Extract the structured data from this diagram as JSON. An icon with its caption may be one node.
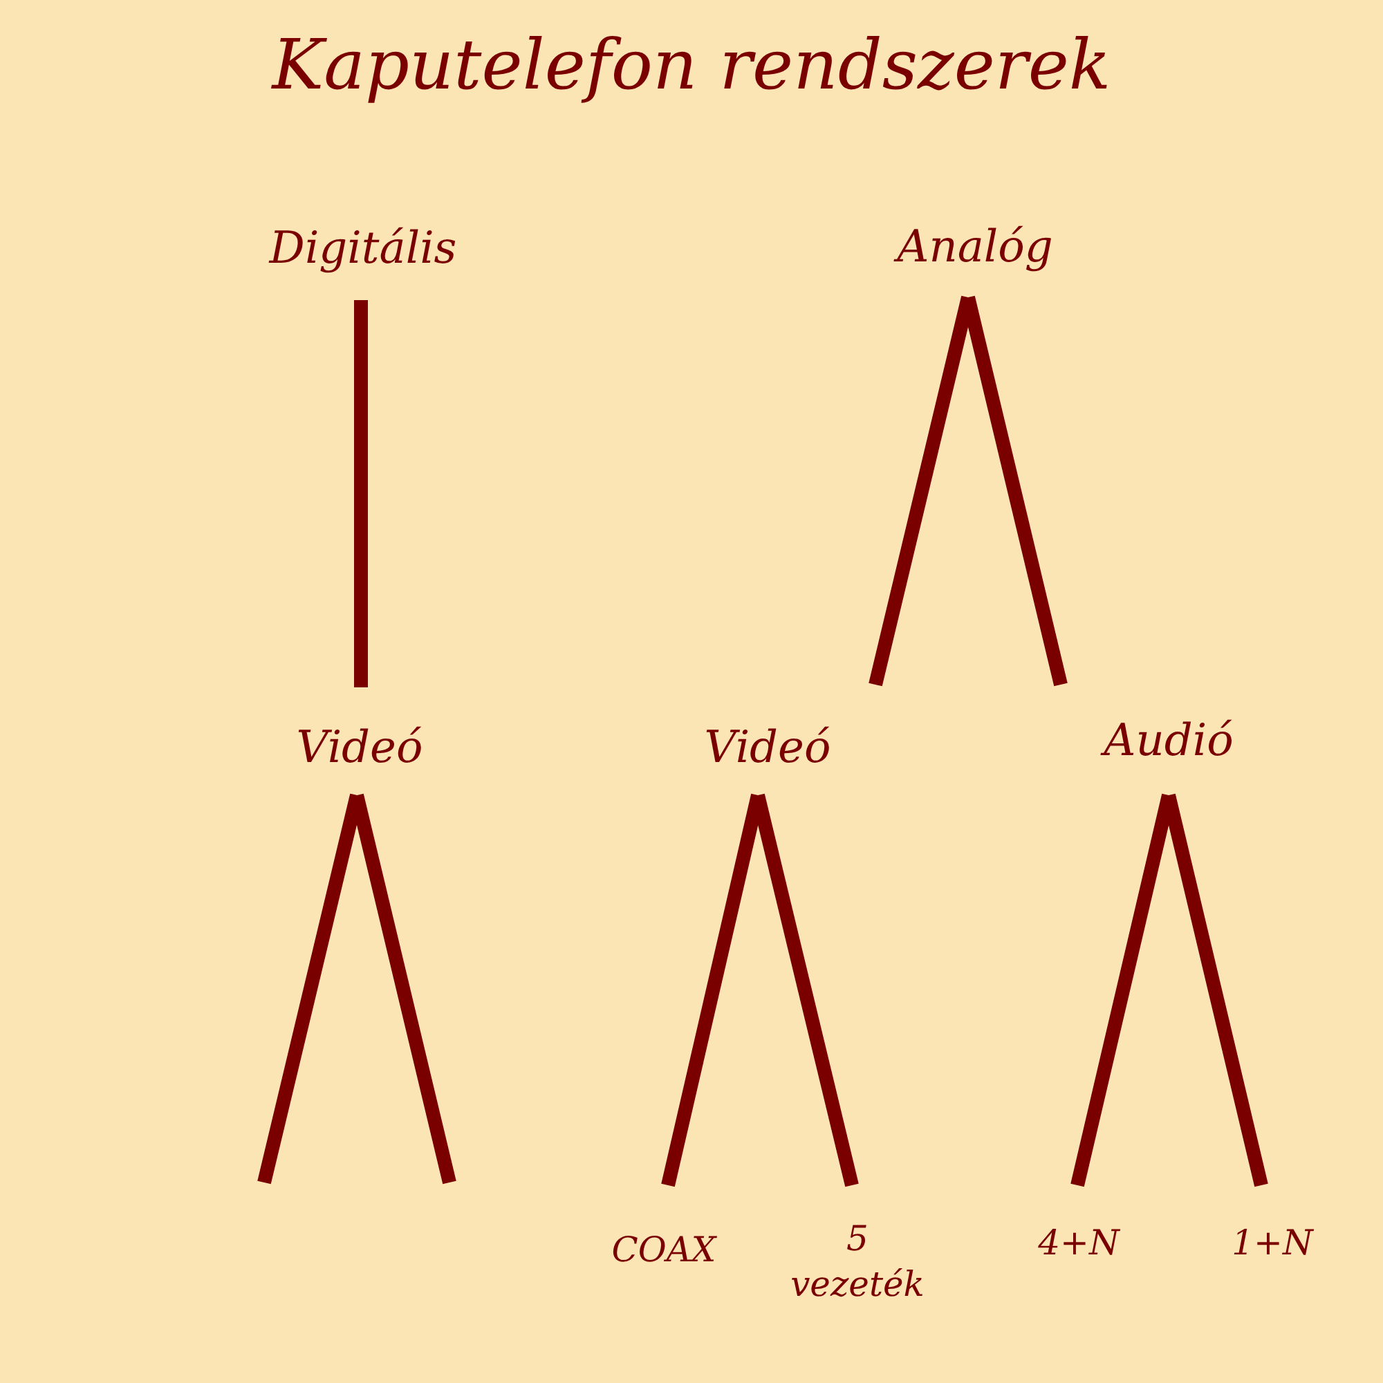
{
  "diagram": {
    "title": "Kaputelefon rendszerek",
    "nodes": [
      {
        "text": [
          "Digitális"
        ]
      },
      {
        "text": [
          "Analóg"
        ]
      },
      {
        "text": [
          "Videó"
        ]
      },
      {
        "text": [
          "Videó"
        ]
      },
      {
        "text": [
          "Audió"
        ]
      },
      {
        "text": [
          "COAX"
        ]
      },
      {
        "text": [
          "5 vezeték"
        ]
      },
      {
        "text": [
          "4+N"
        ]
      },
      {
        "text": [
          "1+N"
        ]
      }
    ],
    "edges": [
      {
        "from": 0,
        "to": 2,
        "arrow": "none"
      },
      {
        "from": 1,
        "to": 3,
        "arrow": "none"
      },
      {
        "from": 1,
        "to": 4,
        "arrow": "none"
      },
      {
        "from": 2,
        "to": null,
        "arrow": "none"
      },
      {
        "from": 2,
        "to": null,
        "arrow": "none"
      },
      {
        "from": 3,
        "to": 5,
        "arrow": "none"
      },
      {
        "from": 3,
        "to": 6,
        "arrow": "none"
      },
      {
        "from": 4,
        "to": 7,
        "arrow": "none"
      },
      {
        "from": 4,
        "to": 8,
        "arrow": "none"
      }
    ]
  }
}
